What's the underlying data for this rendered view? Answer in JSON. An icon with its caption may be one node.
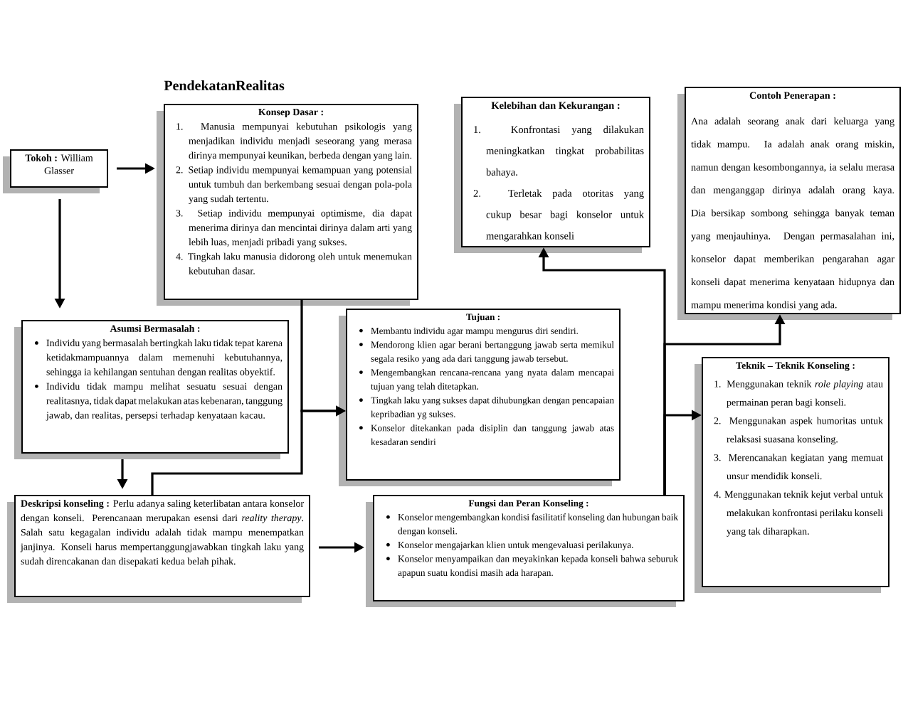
{
  "diagram": {
    "title": "PendekatanRealitas",
    "nodes": [
      {
        "text": [
          "**Tokoh :** William Glasser"
        ]
      },
      {
        "text": [
          "Konsep Dasar :",
          "1. Manusia mempunyai kebutuhan psikologis yang menjadikan individu menjadi seseorang yang merasa dirinya mempunyai keunikan, berbeda dengan yang lain.",
          "2. Setiap individu mempunyai kemampuan yang potensial untuk tumbuh dan berkembang sesuai dengan pola-pola yang sudah tertentu.",
          "3. Setiap individu mempunyai optimisme, dia dapat menerima dirinya dan mencintai dirinya dalam arti yang lebih luas, menjadi pribadi yang sukses.",
          "4. Tingkah laku manusia didorong oleh untuk menemukan kebutuhan dasar."
        ]
      },
      {
        "text": [
          "Kelebihan dan Kekurangan :",
          "1. Konfrontasi yang dilakukan meningkatkan tingkat probabilitas bahaya.",
          "2. Terletak pada otoritas yang cukup besar bagi konselor untuk mengarahkan konseli"
        ]
      },
      {
        "text": [
          "Contoh Penerapan :",
          "Ana adalah seorang anak dari keluarga yang tidak mampu. Ia adalah anak orang miskin, namun dengan kesombongannya, ia selalu merasa dan menganggap dirinya adalah orang kaya. Dia bersikap sombong sehingga banyak teman yang menjauhinya. Dengan permasalahan ini, konselor dapat memberikan pengarahan agar konseli dapat menerima kenyataan hidupnya dan mampu menerima kondisi yang ada."
        ]
      },
      {
        "text": [
          "Asumsi Bermasalah :",
          "Individu yang bermasalah bertingkah laku tidak tepat karena ketidakmampuannya dalam memenuhi kebutuhannya, sehingga ia kehilangan sentuhan dengan realitas obyektif.",
          "Individu tidak mampu melihat sesuatu sesuai dengan realitasnya, tidak dapat melakukan atas kebenaran, tanggung jawab, dan realitas, persepsi terhadap kenyataan kacau."
        ]
      },
      {
        "text": [
          "Tujuan :",
          "Membantu individu agar mampu mengurus diri sendiri.",
          "Mendorong klien agar berani bertanggung jawab serta memikul segala resiko yang ada dari tanggung jawab tersebut.",
          "Mengembangkan rencana-rencana yang nyata dalam mencapai tujuan yang telah ditetapkan.",
          "Tingkah laku yang sukses dapat dihubungkan dengan pencapaian kepribadian yg sukses.",
          "Konselor ditekankan pada disiplin dan tanggung jawab atas kesadaran sendiri"
        ]
      },
      {
        "text": [
          "Teknik – Teknik Konseling :",
          "1. Menggunakan teknik *role playing* atau permainan peran bagi konseli.",
          "2. Menggunakan aspek humoritas untuk relaksasi suasana konseling.",
          "3. Merencanakan kegiatan yang memuat unsur mendidik konseli.",
          "4. Menggunakan teknik kejut verbal untuk melakukan konfrontasi perilaku konseli yang tak diharapkan."
        ]
      },
      {
        "text": [
          "**Deskripsi konseling :** Perlu adanya saling keterlibatan antara konselor dengan konseli. Perencanaan merupakan esensi dari *reality therapy*. Salah satu kegagalan individu adalah tidak mampu menempatkan janjinya. Konseli harus mempertanggungjawabkan tingkah laku yang sudah direncakanan dan disepakati kedua belah pihak."
        ]
      },
      {
        "text": [
          "Fungsi dan Peran Konseling :",
          "Konselor mengembangkan kondisi fasilitatif konseling dan hubungan baik dengan konseli.",
          "Konselor mengajarkan klien untuk mengevaluasi perilakunya.",
          "Konselor menyampaikan dan meyakinkan kepada konseli bahwa seburuk apapun suatu kondisi masih ada harapan."
        ]
      }
    ],
    "edges": [
      {
        "from": 0,
        "to": 1,
        "arrow": "to"
      },
      {
        "from": 0,
        "to": 4,
        "arrow": "to"
      },
      {
        "from": 1,
        "to": 5,
        "arrow": "to"
      },
      {
        "from": 4,
        "to": 7,
        "arrow": "to"
      },
      {
        "from": 7,
        "to": 5,
        "arrow": "to"
      },
      {
        "from": 7,
        "to": 8,
        "arrow": "to"
      },
      {
        "from": 8,
        "to": 2,
        "arrow": "to"
      },
      {
        "from": 8,
        "to": 3,
        "arrow": "to"
      },
      {
        "from": 8,
        "to": 6,
        "arrow": "to"
      }
    ]
  }
}
